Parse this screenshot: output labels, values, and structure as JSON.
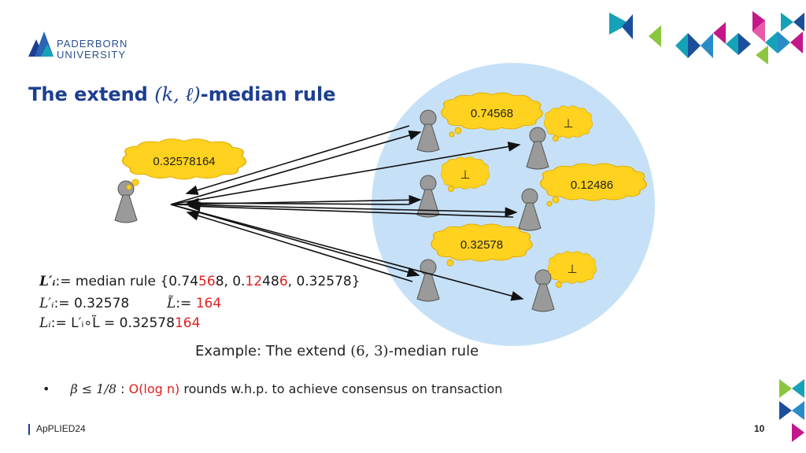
{
  "logo": {
    "line1": "PADERBORN",
    "line2": "UNIVERSITY"
  },
  "title": {
    "prefix": "The extend ",
    "math": "(k, ℓ)",
    "suffix": "-median rule"
  },
  "bubbles": {
    "local_value": "0.32578164",
    "v1": "0.74568",
    "v2": "⊥",
    "v3": "⊥",
    "v4": "0.12486",
    "v5": "0.32578",
    "v6": "⊥"
  },
  "formulas": {
    "line1": {
      "lhs": "L′ᵢ",
      "assign": ":= median rule {",
      "a1": "0.74",
      "a2": "56",
      "a3": "8, 0.",
      "a4": "12",
      "a5": "48",
      "a6": "6",
      "a7": ", 0.32578}"
    },
    "line2": {
      "lhs": "L′ᵢ",
      "assign": ":= 0.32578",
      "ltilde": "L̃",
      "ltilde_assign": ":= ",
      "ltilde_value": "164"
    },
    "line3": {
      "lhs": "Lᵢ",
      "mid": ":= L′ᵢ∘L̃ = 0.32578",
      "red": "164"
    }
  },
  "caption": {
    "text": "Example: The extend ",
    "math": "(6, 3)",
    "suffix": "-median rule"
  },
  "bullet": {
    "marker": "•",
    "math": "β  ≤ 1/8",
    "sep": " : ",
    "red": "O(log n)",
    "rest": " rounds w.h.p. to achieve consensus on transaction"
  },
  "footer": {
    "label": "ApPLIED24",
    "page": "10"
  },
  "colors": {
    "title_blue": "#1d3f91",
    "bubble_fill": "#ffd21f",
    "bubble_stroke": "#e0a800",
    "circle_fill": "#c6e1f7",
    "person_fill": "#9a9a9a",
    "accent_red": "#e02020",
    "deco_teal": "#15a2b8",
    "deco_navy": "#1b4f9c",
    "deco_magenta": "#c4178a",
    "deco_green": "#8cc63f"
  }
}
